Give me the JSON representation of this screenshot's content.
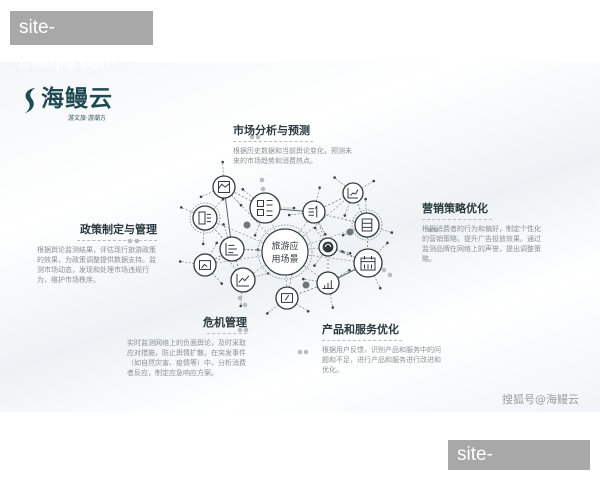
{
  "watermarks": {
    "top": "site-maiqiu.com",
    "bottom": "site-maiqiu.com",
    "sohu": "搜狐号@海鳗云"
  },
  "logo": {
    "name": "海鳗云",
    "tagline": "游文旅·游潮方"
  },
  "center": {
    "line1": "旅游应",
    "line2": "用场景"
  },
  "sections": [
    {
      "title": "市场分析与预测",
      "desc": "根据历史数据和当前舆论变化，预测未来的市场趋势和消费热点。"
    },
    {
      "title": "政策制定与管理",
      "desc": "根据舆论监测结果，评估现行旅游政策的效果，为政策调整提供数据支持。监测市场动态，发现和处理市场违规行为，维护市场秩序。"
    },
    {
      "title": "营销策略优化",
      "desc": "根据消费者的行为和偏好，制定个性化的营销策略，提升广告投放效果。通过监测品牌在网络上的声誉，提出调整策略。"
    },
    {
      "title": "危机管理",
      "desc": "实时监测网络上的负面舆论，及时采取应对措施，防止舆情扩散。在突发事件（如自然灾害、疫情等）中，分析消费者反应，制定应急响应方案。"
    },
    {
      "title": "产品和服务优化",
      "desc": "根据用户反馈，识别产品和服务中的问题和不足，进行产品和服务进行改进和优化。"
    }
  ],
  "icons": [
    "grid-icon",
    "area-chart-icon",
    "document-list-icon",
    "bar-list-icon",
    "image-icon",
    "line-chart-icon",
    "signed-document-icon",
    "growth-bar-chart-icon",
    "refresh-icon",
    "sort-list-icon",
    "scatter-chart-icon",
    "database-icon",
    "calendar-icon"
  ],
  "colors": {
    "node": "#2f3b3f",
    "accent": "#1f4a52",
    "dot": "#6f777a"
  }
}
